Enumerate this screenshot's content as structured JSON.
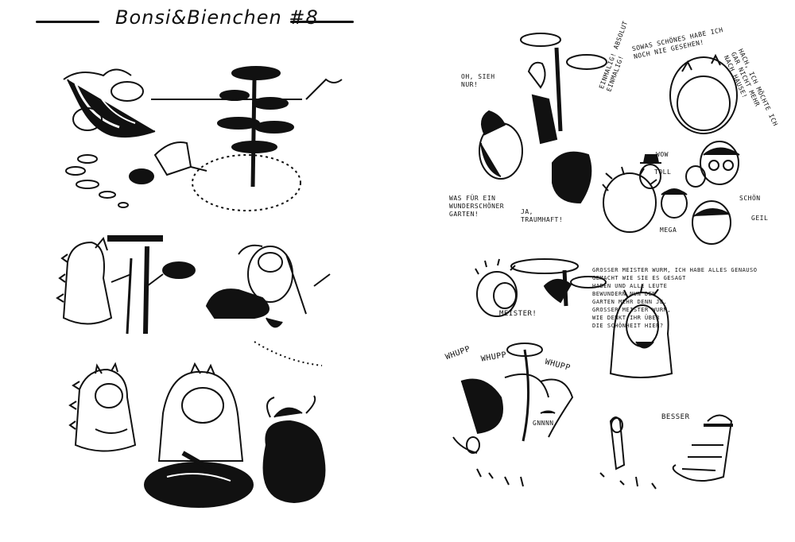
{
  "title": "Bonsi&Bienchen #8",
  "right_page": {
    "speech": {
      "oh_sieh": "OH, SIEH\nNUR!",
      "wunderschoen": "WAS FÜR EIN\nWUNDERSCHÖNER\nGARTEN!",
      "traumhaft": "JA,\nTRAUMHAFT!",
      "einmalig": "EINMALIG! ABSOLUT\nEINMALIG!",
      "sowas": "SOWAS SCHÖNES HABE ICH\nNOCH NIE GESEHEN!",
      "hach": "HACH, ICH MÖCHTE ICH\nGAR NICHT MEHR\nNACH HAUSE!",
      "wow": "WOW",
      "toll": "TOLL",
      "schoen": "SCHÖN",
      "geil": "GEIL",
      "mega": "MEGA",
      "meister": "MEISTER!",
      "grosser_meister": "GROßER MEISTER WURM, ICH HABE ALLES GENAUSO\nGEMACHT WIE SIE ES GESAGT\nHABEN UND ALLE LEUTE\nBEWUNDERN NUN DEN\nGARTEN MEHR DENN JE.\nGROßER MEISTER WURM,\nWIE DENKT IHR ÜBER\nDIE SCHÖNHEIT HIER?",
      "whupp1": "WHUPP",
      "whupp2": "WHUPP",
      "whupp3": "WHUPP",
      "gnnnn": "GNNNN",
      "besser": "BESSER"
    }
  },
  "colors": {
    "ink": "#111111",
    "paper": "#ffffff"
  }
}
